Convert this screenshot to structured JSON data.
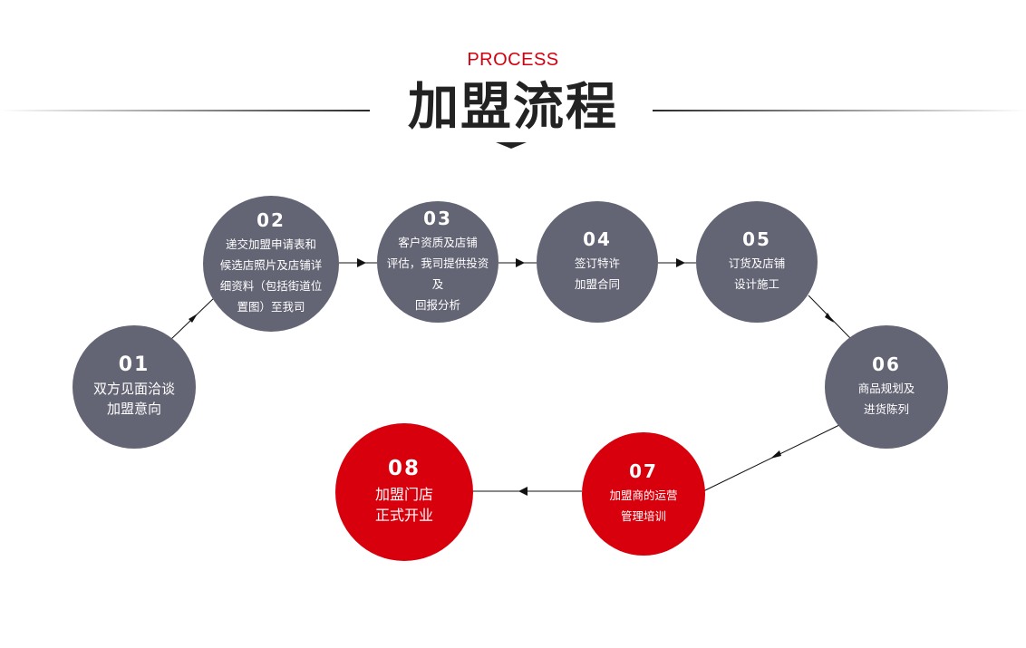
{
  "header": {
    "eyebrow": "PROCESS",
    "title": "加盟流程"
  },
  "steps": [
    {
      "num": "01",
      "desc": "双方见面洽谈\n加盟意向",
      "color": "#636474"
    },
    {
      "num": "02",
      "desc": "递交加盟申请表和\n候选店照片及店铺详\n细资料（包括街道位\n置图）至我司",
      "color": "#636474"
    },
    {
      "num": "03",
      "desc": "客户资质及店铺\n评估，我司提供投资及\n回报分析",
      "color": "#636474"
    },
    {
      "num": "04",
      "desc": "签订特许\n加盟合同",
      "color": "#636474"
    },
    {
      "num": "05",
      "desc": "订货及店铺\n设计施工",
      "color": "#636474"
    },
    {
      "num": "06",
      "desc": "商品规划及\n进货陈列",
      "color": "#636474"
    },
    {
      "num": "07",
      "desc": "加盟商的运营\n管理培训",
      "color": "#d9000d"
    },
    {
      "num": "08",
      "desc": "加盟门店\n正式开业",
      "color": "#d9000d"
    }
  ],
  "colors": {
    "accent": "#d4000f",
    "title": "#222222",
    "step_gray": "#636474",
    "step_red": "#d9000d"
  }
}
